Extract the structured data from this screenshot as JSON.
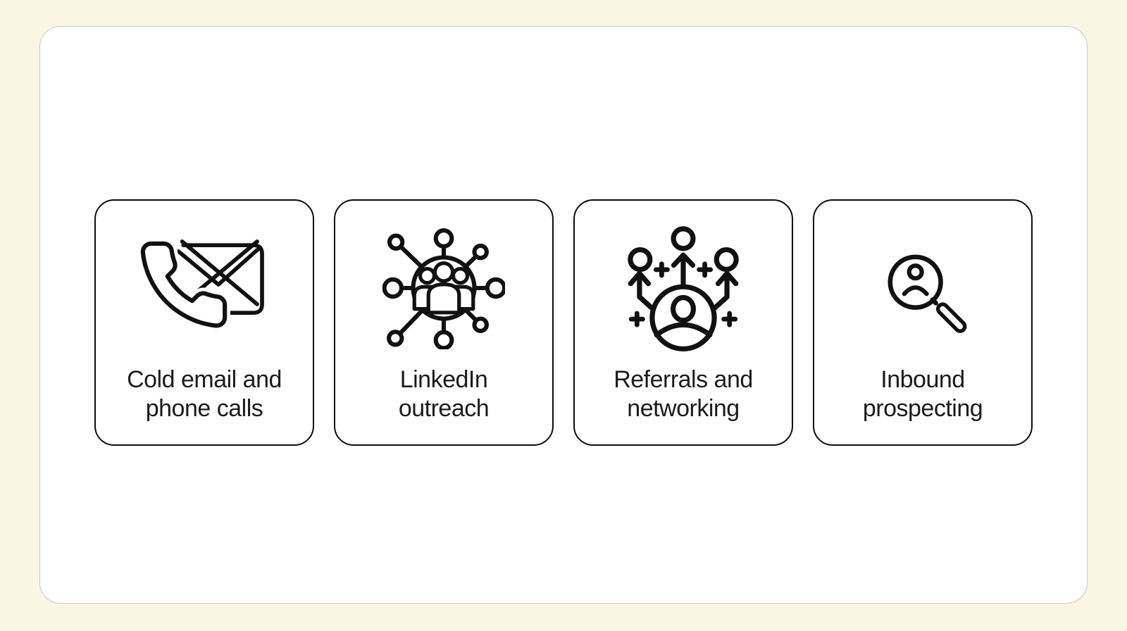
{
  "page": {
    "background_color": "#FBF6E4"
  },
  "panel": {
    "background_color": "#FFFFFF",
    "border_color": "#CDCDC6"
  },
  "style": {
    "card_border_color": "#0E0E0E",
    "icon_stroke_color": "#111111",
    "label_color": "#1B1B1B"
  },
  "cards": [
    {
      "id": "cold-email-phone-calls",
      "icon": "phone-envelope-icon",
      "line1": "Cold email and",
      "line2": "phone calls"
    },
    {
      "id": "linkedin-outreach",
      "icon": "network-people-icon",
      "line1": "LinkedIn",
      "line2": "outreach"
    },
    {
      "id": "referrals-networking",
      "icon": "referral-people-arrows-icon",
      "line1": "Referrals and",
      "line2": "networking"
    },
    {
      "id": "inbound-prospecting",
      "icon": "person-search-icon",
      "line1": "Inbound",
      "line2": "prospecting"
    }
  ]
}
